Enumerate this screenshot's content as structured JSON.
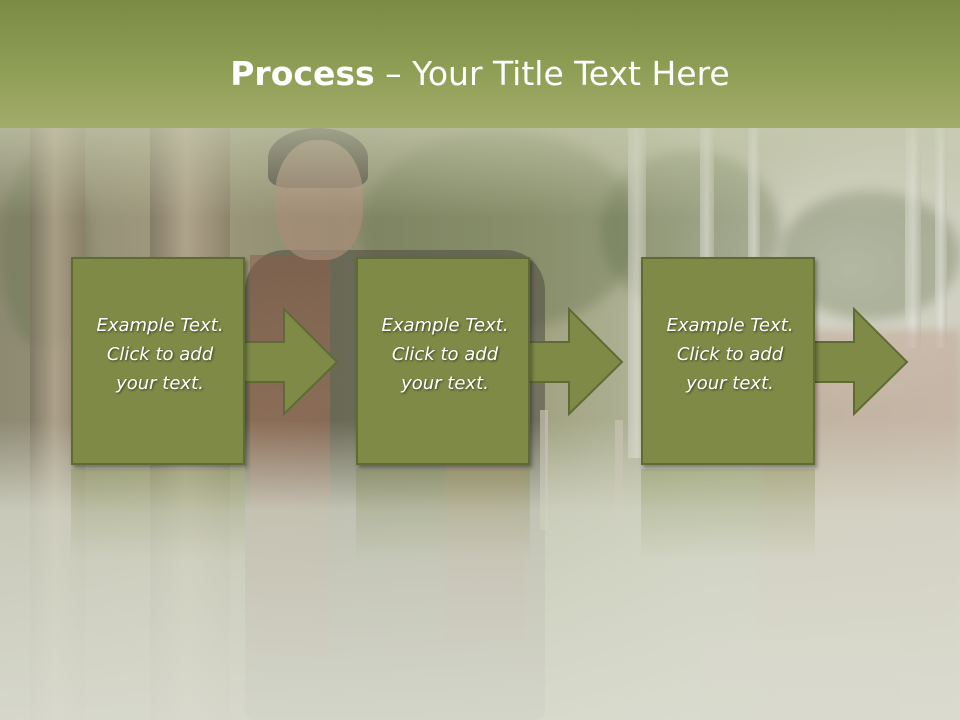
{
  "slide": {
    "title_bold": "Process",
    "title_rest": " – Your Title Text Here"
  },
  "steps": [
    {
      "text": "Example Text.\nClick  to add\nyour text."
    },
    {
      "text": "Example Text.\nClick  to add\nyour text."
    },
    {
      "text": "Example Text.\nClick  to add\nyour text."
    }
  ],
  "colors": {
    "title_bar": "#8f9e55",
    "box_fill": "#7e8a46",
    "box_border": "#5f6b34",
    "title_text": "#ffffff"
  }
}
